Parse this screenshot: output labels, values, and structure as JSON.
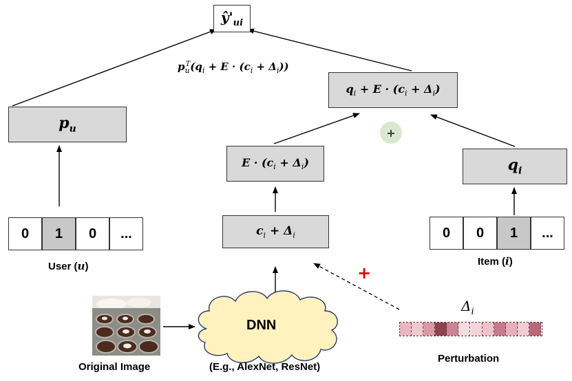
{
  "output": {
    "label": "ŷ'",
    "sub": "ui"
  },
  "formula_top": {
    "base": "p",
    "sub": "u",
    "sup": "T",
    "rest": "(q",
    "rest_sub": "i",
    "rest2": " + E · (c",
    "rest2_sub": "i",
    "rest3": " + Δ",
    "rest3_sub": "i",
    "rest4": "))"
  },
  "pu_box": {
    "base": "p",
    "sub": "u"
  },
  "combined_box": {
    "a": "q",
    "a_sub": "i",
    "b": " + E · (c",
    "b_sub": "i",
    "c": " + Δ",
    "c_sub": "i",
    "d": ")"
  },
  "plus_circle": "+",
  "e_box": {
    "a": "E  · (c",
    "a_sub": "i",
    "b": " + Δ",
    "b_sub": "i",
    "c": ")"
  },
  "qi_box": {
    "base": "q",
    "sub": "i"
  },
  "ci_box": {
    "a": "c",
    "a_sub": "i",
    "b": " + Δ",
    "b_sub": "i"
  },
  "user_vector": [
    "0",
    "1",
    "0",
    "..."
  ],
  "item_vector": [
    "0",
    "0",
    "1",
    "..."
  ],
  "user_caption": {
    "text": "User (",
    "var": "u",
    "end": ")"
  },
  "item_caption": {
    "text": "Item (",
    "var": "i",
    "end": ")"
  },
  "dnn": {
    "label": "DNN",
    "caption": "(E.g., AlexNet, ResNet)"
  },
  "image_caption": "Original Image",
  "perturbation": {
    "label": "Δ",
    "sub": "i",
    "caption": "Perturbation",
    "cell_colors": [
      "#e8b7c1",
      "#f0c9d0",
      "#d99aa6",
      "#8c4453",
      "#c98593",
      "#f6dbe0",
      "#f4d3d9",
      "#eec3cc",
      "#c67b8a",
      "#e7b0bb",
      "#f1ccd3",
      "#b86a7a"
    ]
  },
  "red_plus": "+",
  "colors": {
    "box_fill": "#d9d9d9",
    "plus_circle": "#dbe8d0",
    "red": "#e00000",
    "cloud": "#fff2bf"
  }
}
